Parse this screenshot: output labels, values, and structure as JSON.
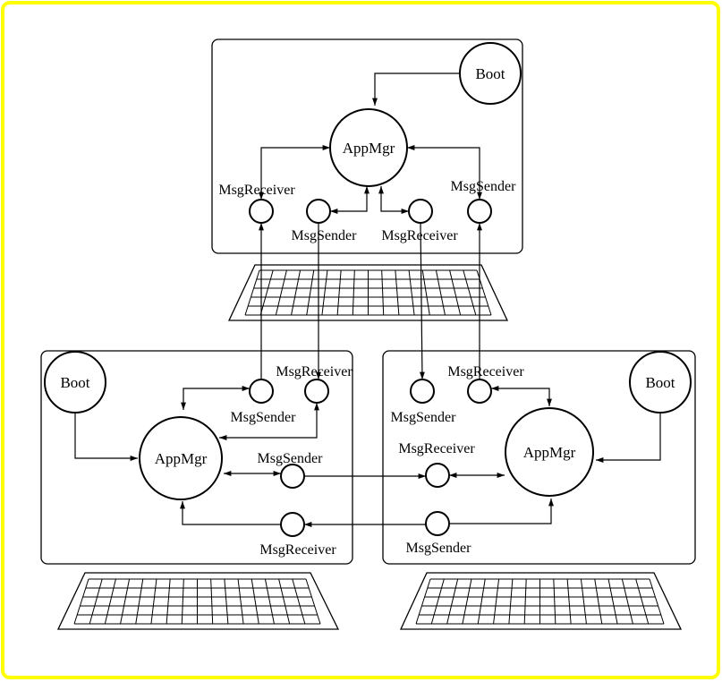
{
  "frame_color": "#ffff00",
  "computers": {
    "top": {
      "appmgr": "AppMgr",
      "boot": "Boot",
      "receiver_left": "MsgReceiver",
      "sender_left": "MsgSender",
      "receiver_right": "MsgReceiver",
      "sender_right": "MsgSender"
    },
    "left": {
      "appmgr": "AppMgr",
      "boot": "Boot",
      "sender_top": "MsgSender",
      "receiver_top": "MsgReceiver",
      "sender_mid": "MsgSender",
      "receiver_bottom": "MsgReceiver"
    },
    "right": {
      "appmgr": "AppMgr",
      "boot": "Boot",
      "sender_top": "MsgSender",
      "receiver_top": "MsgReceiver",
      "receiver_mid": "MsgReceiver",
      "sender_bottom": "MsgSender"
    }
  }
}
